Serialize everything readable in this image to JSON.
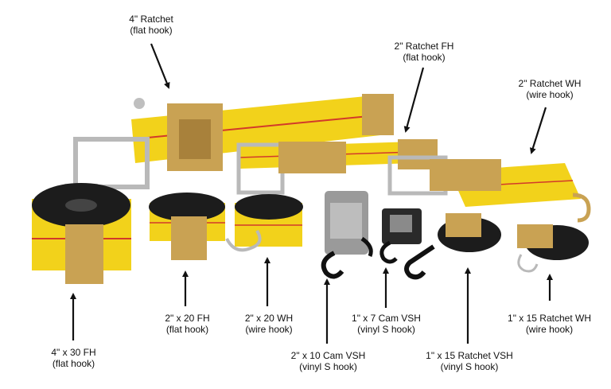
{
  "labels": [
    {
      "id": "ratchet-4in",
      "line1": "4\" Ratchet",
      "line2": "(flat hook)"
    },
    {
      "id": "ratchet-2in-fh",
      "line1": "2\" Ratchet FH",
      "line2": "(flat hook)"
    },
    {
      "id": "ratchet-2in-wh",
      "line1": "2\" Ratchet WH",
      "line2": "(wire hook)"
    },
    {
      "id": "strap-4x30-fh",
      "line1": "4\" x 30 FH",
      "line2": "(flat hook)"
    },
    {
      "id": "strap-2x20-fh",
      "line1": "2\" x 20 FH",
      "line2": "(flat hook)"
    },
    {
      "id": "strap-2x20-wh",
      "line1": "2\" x 20 WH",
      "line2": "(wire hook)"
    },
    {
      "id": "cam-2x10-vsh",
      "line1": "2\" x 10 Cam VSH",
      "line2": "(vinyl S hook)"
    },
    {
      "id": "cam-1x7-vsh",
      "line1": "1\" x 7 Cam VSH",
      "line2": "(vinyl S hook)"
    },
    {
      "id": "ratchet-1x15-vsh",
      "line1": "1\" x 15 Ratchet VSH",
      "line2": "(vinyl S hook)"
    },
    {
      "id": "ratchet-1x15-wh",
      "line1": "1\" x 15 Ratchet WH",
      "line2": "(wire hook)"
    }
  ],
  "colors": {
    "webbing_yellow": "#f2d21b",
    "webbing_black": "#1c1c1c",
    "red_stripe": "#d23a2a",
    "metal_gold": "#c9a253",
    "metal_silver": "#b9b9b9",
    "vinyl_black": "#111111",
    "arrow": "#111111"
  }
}
